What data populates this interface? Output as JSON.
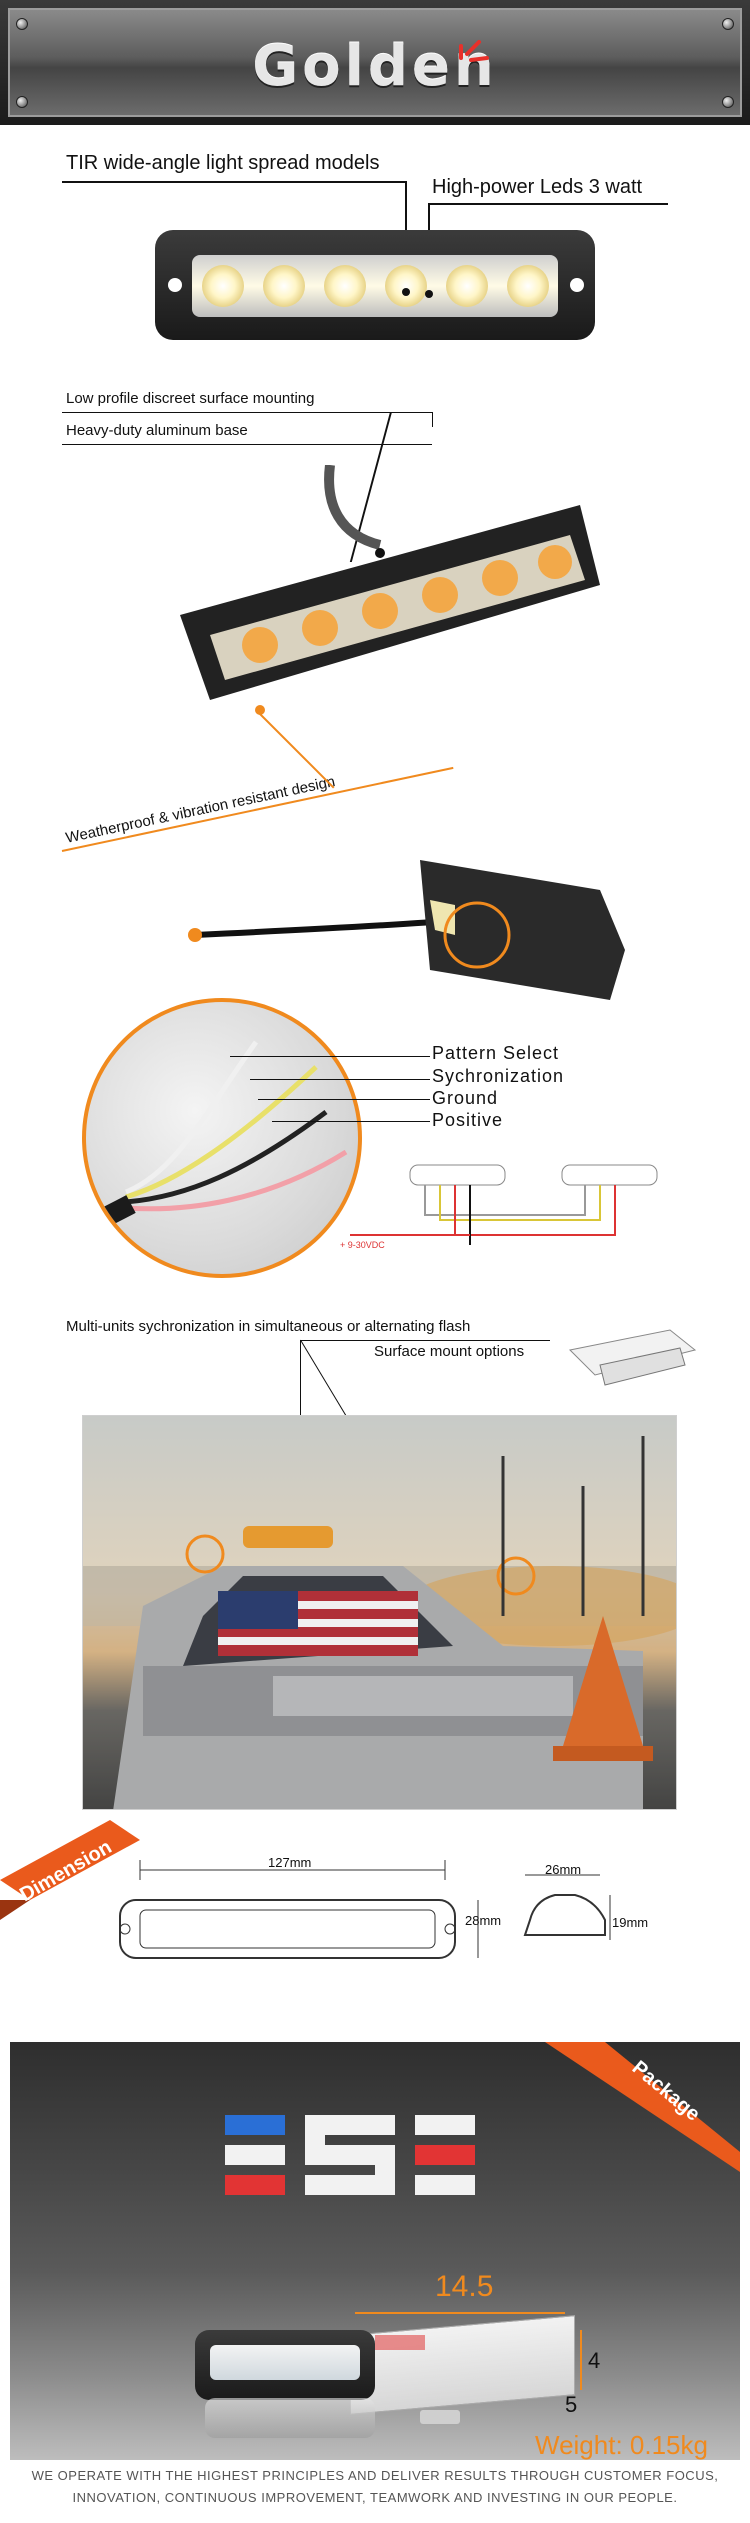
{
  "header": {
    "brand": "Golden"
  },
  "product_top": {
    "label_tir": "TIR  wide-angle light spread models",
    "label_leds": "High-power Leds 3 watt"
  },
  "product_mid": {
    "label_profile": "Low profile discreet surface mounting",
    "label_base": "Heavy-duty aluminum base"
  },
  "wiring": {
    "label_weather": "Weatherproof & vibration resistant design",
    "wires": [
      "Pattern  Select",
      "Sychronization",
      "Ground",
      "Positive"
    ],
    "voltage": "+ 9-30VDC"
  },
  "sync": {
    "label_multi": "Multi-units sychronization in simultaneous or alternating flash",
    "label_mount": "Surface mount options"
  },
  "dimension": {
    "ribbon": "Dimension",
    "length": "127mm",
    "height": "28mm",
    "depth": "26mm",
    "side_height": "19mm"
  },
  "package": {
    "ribbon": "Package",
    "box_length": "14.5",
    "box_height": "4",
    "box_depth": "5",
    "weight": "Weight: 0.15kg"
  },
  "footer": {
    "line1": "WE OPERATE WITH THE HIGHEST PRINCIPLES AND DELIVER RESULTS THROUGH CUSTOMER FOCUS,",
    "line2": "INNOVATION, CONTINUOUS IMPROVEMENT, TEAMWORK AND INVESTING IN OUR PEOPLE."
  },
  "colors": {
    "accent": "#f08a1e",
    "text": "#111111"
  }
}
